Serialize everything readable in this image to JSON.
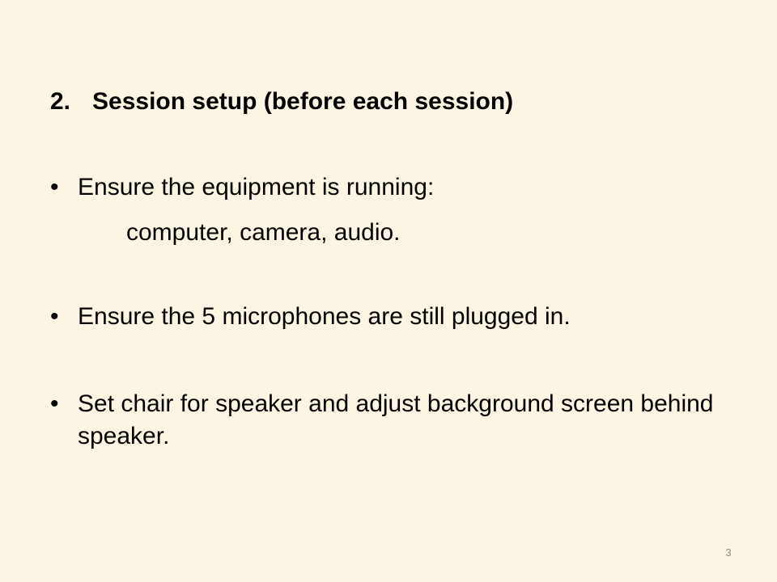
{
  "heading": {
    "number": "2.",
    "text": "Session setup (before each session)"
  },
  "bullet_symbol": "•",
  "bullets": [
    {
      "text": "Ensure the equipment is running:",
      "sub": "computer, camera, audio."
    },
    {
      "text": "Ensure the 5 microphones are still plugged in."
    },
    {
      "text": "Set chair for speaker and adjust background screen behind speaker."
    }
  ],
  "page_number": "3",
  "colors": {
    "background": "#fdf5e4",
    "text": "#000000",
    "page_number": "#8c8c8c"
  }
}
